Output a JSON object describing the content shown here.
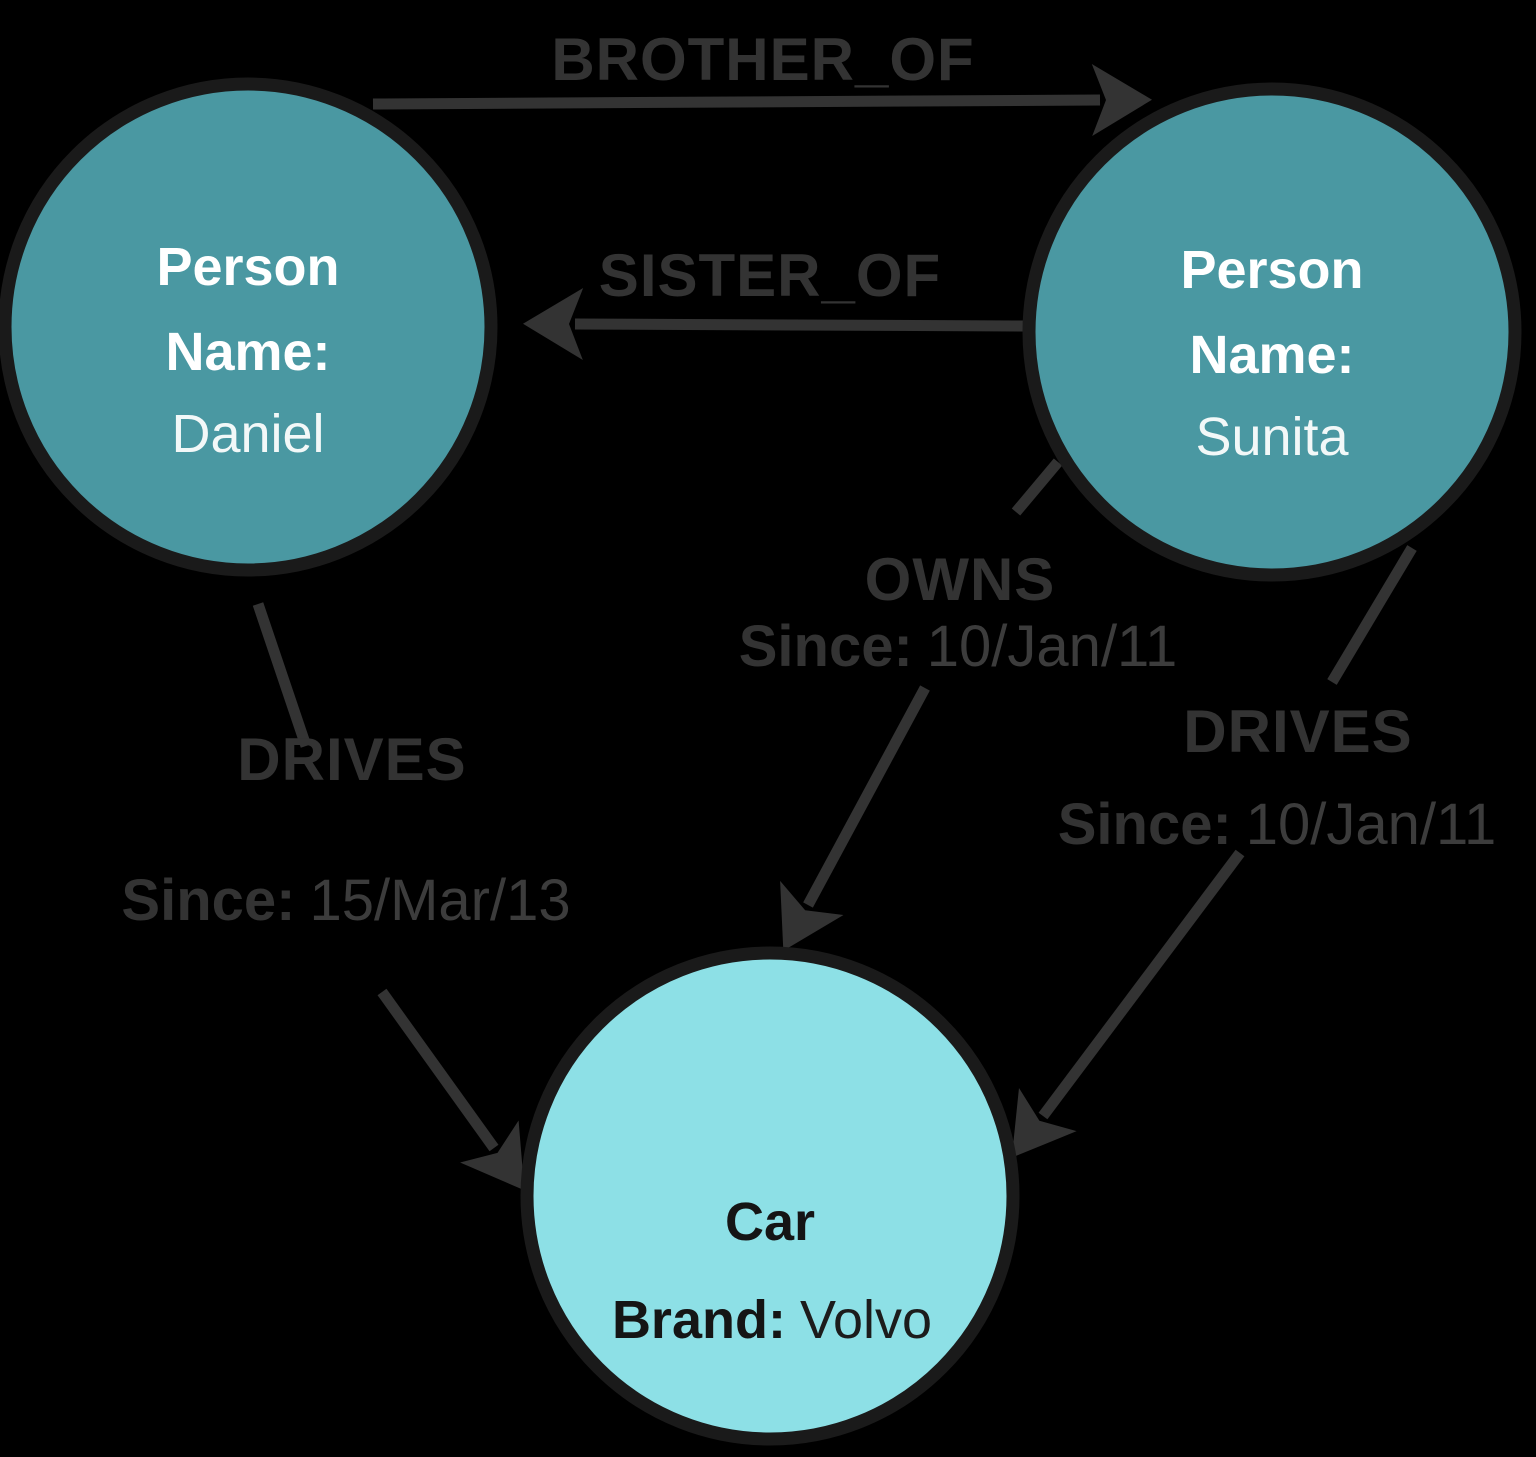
{
  "diagram": {
    "title": "property-graph-example",
    "background_color": "#000000",
    "edge_color": "#333333",
    "node_border_color": "#1a1a1a",
    "nodes": [
      {
        "id": "person-daniel",
        "type_label": "Person",
        "property": "Name:",
        "value": "Daniel",
        "fill": "#4A98A2",
        "text_color": "#ffffff"
      },
      {
        "id": "person-sunita",
        "type_label": "Person",
        "property": "Name:",
        "value": "Sunita",
        "fill": "#4A98A2",
        "text_color": "#ffffff"
      },
      {
        "id": "car-volvo",
        "type_label": "Car",
        "property": "Brand:",
        "value": "Volvo",
        "fill": "#8DE0E6",
        "text_color": "#151515"
      }
    ],
    "edges": [
      {
        "id": "brother-of",
        "label": "BROTHER_OF",
        "from": "person-daniel",
        "to": "person-sunita"
      },
      {
        "id": "sister-of",
        "label": "SISTER_OF",
        "from": "person-sunita",
        "to": "person-daniel"
      },
      {
        "id": "owns",
        "label": "OWNS",
        "property": "Since:",
        "value": "10/Jan/11",
        "from": "person-sunita",
        "to": "car-volvo"
      },
      {
        "id": "drives-daniel",
        "label": "DRIVES",
        "property": "Since:",
        "value": "15/Mar/13",
        "from": "person-daniel",
        "to": "car-volvo"
      },
      {
        "id": "drives-sunita",
        "label": "DRIVES",
        "property": "Since:",
        "value": "10/Jan/11",
        "from": "person-sunita",
        "to": "car-volvo"
      }
    ]
  }
}
